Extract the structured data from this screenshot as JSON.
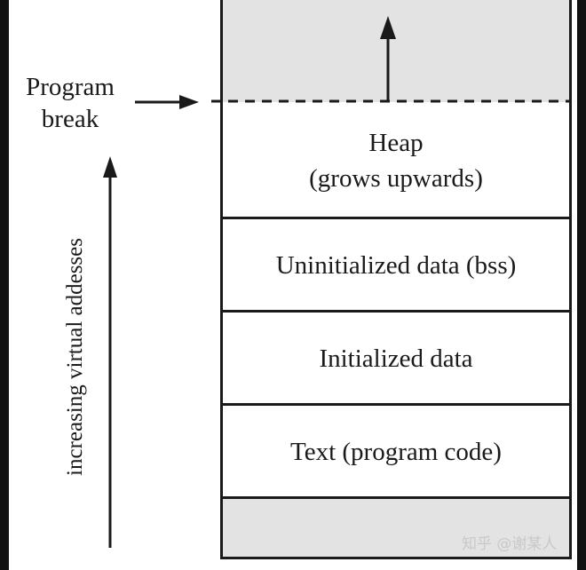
{
  "diagram": {
    "program_break_label_line1": "Program",
    "program_break_label_line2": "break",
    "axis_label": "increasing virtual addesses",
    "segments": {
      "heap_line1": "Heap",
      "heap_line2": "(grows upwards)",
      "bss": "Uninitialized data (bss)",
      "data": "Initialized data",
      "text": "Text (program code)"
    }
  },
  "watermark": "知乎 @谢某人",
  "colors": {
    "frame_background": "#111111",
    "diagram_background": "#ffffff",
    "unused_region": "#e3e3e3",
    "ink": "#1a1a1a"
  }
}
